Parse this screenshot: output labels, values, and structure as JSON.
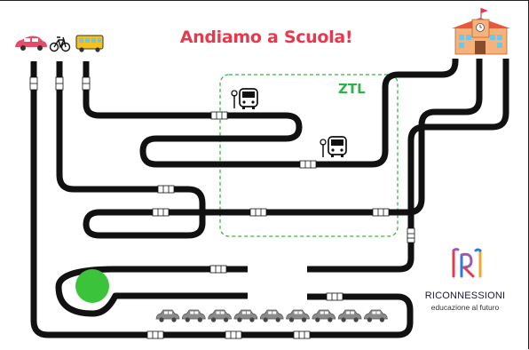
{
  "board": {
    "title": "Andiamo a Scuola!",
    "zone_label": "ZTL",
    "logo_name": "RICONNESSIONI",
    "logo_tagline": "educazione al futuro"
  },
  "pieces": {
    "start_icons": [
      "car-icon",
      "bicycle-icon",
      "school-bus-icon"
    ],
    "goal_icon": "school-building-icon",
    "bus_stop_icons": [
      "bus-stop-icon",
      "bus-stop-icon"
    ],
    "parked_cars": 9,
    "roundabout_color": "#3bc43b"
  },
  "colors": {
    "title": "#e8384d",
    "zone": "#2fb14a",
    "road": "#111111"
  }
}
